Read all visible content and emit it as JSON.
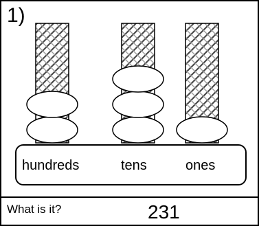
{
  "problem_number": "1)",
  "place_labels": {
    "hundreds": "hundreds",
    "tens": "tens",
    "ones": "ones"
  },
  "bead_counts": {
    "hundreds": 2,
    "tens": 3,
    "ones": 1
  },
  "question": "What is it?",
  "answer": "231"
}
